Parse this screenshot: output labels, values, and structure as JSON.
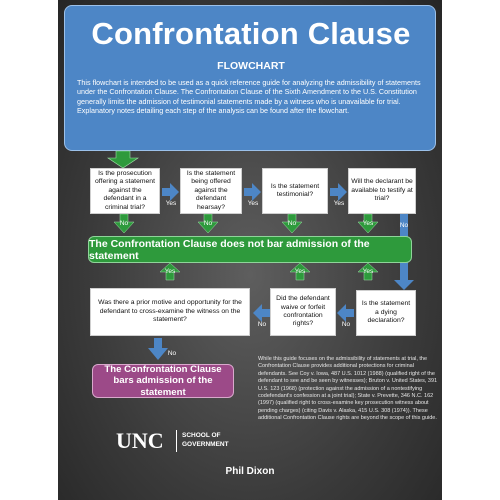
{
  "header": {
    "title": "Confrontation Clause",
    "subtitle": "FLOWCHART",
    "intro": "This flowchart is intended to be used as a quick reference guide for analyzing the admissibility of statements under the Confrontation Clause. The Confrontation Clause of the Sixth Amendment to the U.S. Constitution generally limits the admission of testimonial statements made by a witness who is unavailable for trial. Explanatory notes detailing each step of the analysis can be found after the flowchart."
  },
  "questions": {
    "q1": "Is the prosecution offering a statement against the defendant in a criminal trial?",
    "q2": "Is the statement being offered against the defendant hearsay?",
    "q3": "Is the statement testimonial?",
    "q4": "Will the declarant be available to testify at trial?",
    "q5": "Is the statement a dying declaration?",
    "q6": "Did the defendant waive or forfeit confrontation rights?",
    "q7": "Was there a prior motive and opportunity for the defendant to cross-examine the witness on the statement?"
  },
  "labels": {
    "yes": "Yes",
    "no": "No"
  },
  "outcomes": {
    "not_bar": "The Confrontation Clause does not bar admission of the statement",
    "bars": "The Confrontation Clause bars admission of the statement"
  },
  "footnote": "While this guide focuses on the admissibility of statements at trial, the Confrontation Clause provides additional protections for criminal defendants. See Coy v. Iowa, 487 U.S. 1012 (1988) (qualified right of the defendant to see and be seen by witnesses); Bruton v. United States, 391 U.S. 123 (1968) (protection against the admission of a nontestifying codefendant's confession at a joint trial); State v. Prevette, 346 N.C. 162 (1997) (qualified right to cross-examine key prosecution witness about pending charges) (citing Davis v. Alaska, 415 U.S. 308 (1974)). These additional Confrontation Clause rights are beyond the scope of this guide.",
  "logo": {
    "unc": "UNC",
    "school_line1": "SCHOOL OF",
    "school_line2": "GOVERNMENT"
  },
  "author": "Phil Dixon",
  "colors": {
    "green": "#2e9a3c",
    "blue": "#4d86c6",
    "purple": "#9c4a88"
  }
}
